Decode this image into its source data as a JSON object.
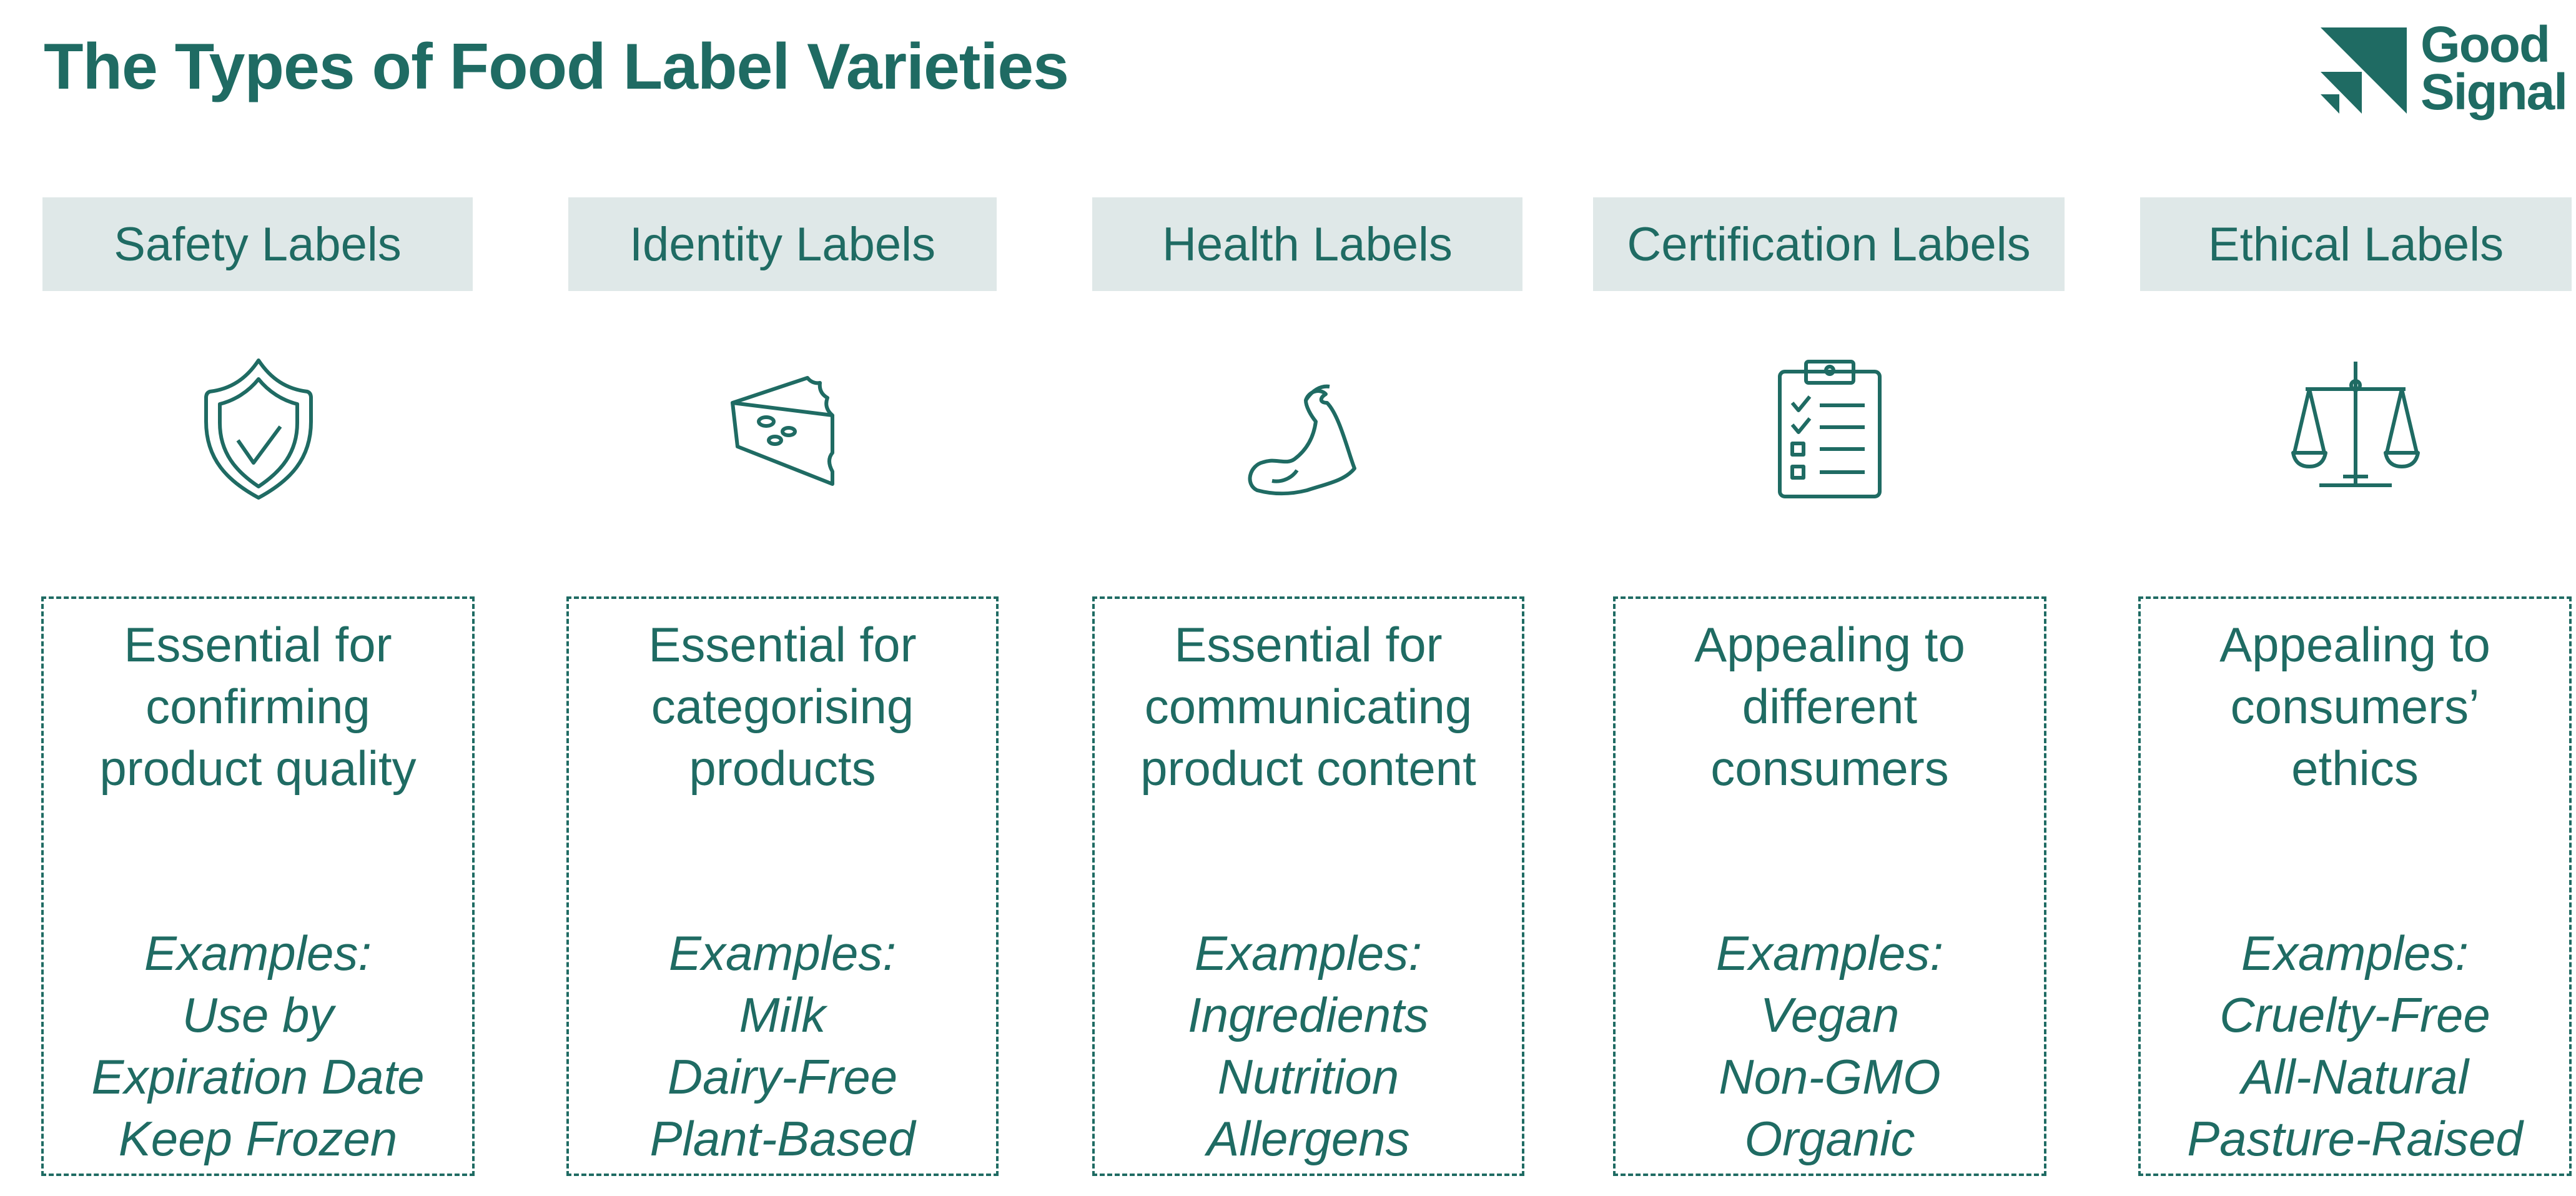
{
  "title": "The Types of Food Label Varieties",
  "logo": {
    "line1": "Good",
    "line2": "Signal"
  },
  "colors": {
    "primary": "#1f6b63",
    "header_bg": "#dfe8e8"
  },
  "columns": [
    {
      "header": "Safety Labels",
      "icon": "shield-check-icon",
      "description": [
        "Essential for",
        "confirming",
        "product quality"
      ],
      "examples_label": "Examples:",
      "examples": [
        "Use by",
        "Expiration Date",
        "Keep Frozen"
      ]
    },
    {
      "header": "Identity Labels",
      "icon": "cheese-icon",
      "description": [
        "Essential for",
        "categorising",
        "products"
      ],
      "examples_label": "Examples:",
      "examples": [
        "Milk",
        "Dairy-Free",
        "Plant-Based"
      ]
    },
    {
      "header": "Health Labels",
      "icon": "flexed-arm-icon",
      "description": [
        "Essential for",
        "communicating",
        "product content"
      ],
      "examples_label": "Examples:",
      "examples": [
        "Ingredients",
        "Nutrition",
        "Allergens"
      ]
    },
    {
      "header": "Certification Labels",
      "icon": "clipboard-checklist-icon",
      "description": [
        "Appealing to",
        "different",
        "consumers"
      ],
      "examples_label": "Examples:",
      "examples": [
        "Vegan",
        "Non-GMO",
        "Organic"
      ]
    },
    {
      "header": "Ethical Labels",
      "icon": "balance-scale-icon",
      "description": [
        "Appealing to",
        "consumers’",
        "ethics"
      ],
      "examples_label": "Examples:",
      "examples": [
        "Cruelty-Free",
        "All-Natural",
        "Pasture-Raised"
      ]
    }
  ]
}
